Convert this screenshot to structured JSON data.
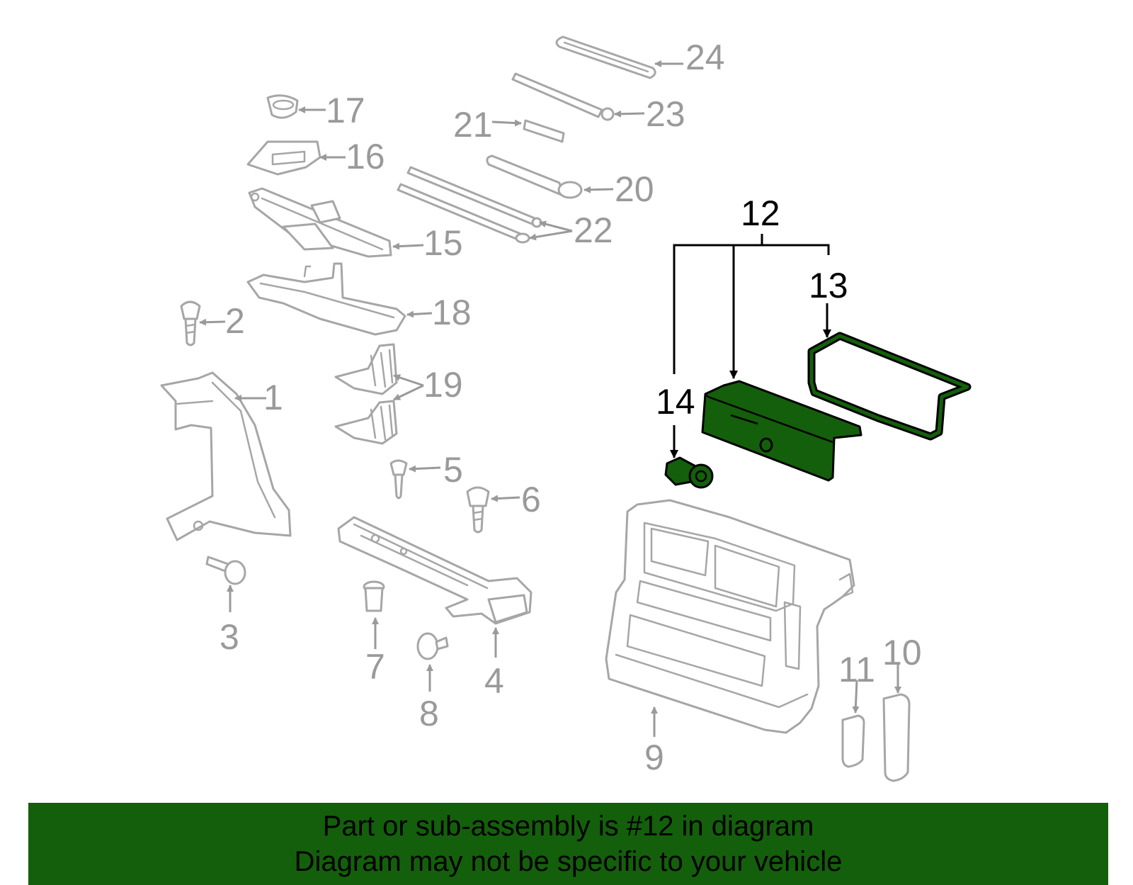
{
  "diagram": {
    "callouts": {
      "c1": "1",
      "c2": "2",
      "c3": "3",
      "c4": "4",
      "c5": "5",
      "c6": "6",
      "c7": "7",
      "c8": "8",
      "c9": "9",
      "c10": "10",
      "c11": "11",
      "c12": "12",
      "c13": "13",
      "c14": "14",
      "c15": "15",
      "c16": "16",
      "c17": "17",
      "c18": "18",
      "c19": "19",
      "c20": "20",
      "c21": "21",
      "c22": "22",
      "c23": "23",
      "c24": "24"
    },
    "highlight_color": "#145f0b",
    "part_outline_color": "#a6a6a6"
  },
  "banner": {
    "line1": "Part or sub-assembly is #12 in diagram",
    "line2": "Diagram may not be specific to your vehicle",
    "background": "#145f0b"
  }
}
